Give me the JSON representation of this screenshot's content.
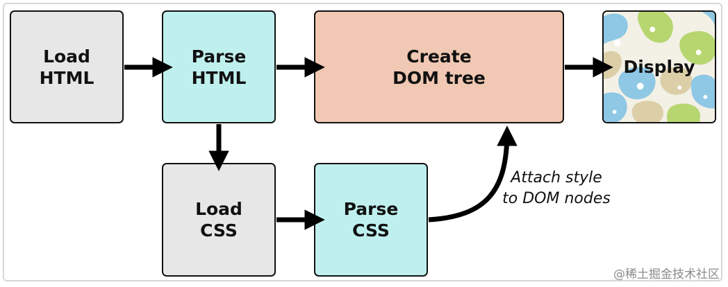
{
  "nodes": {
    "load_html": {
      "line1": "Load",
      "line2": "HTML"
    },
    "parse_html": {
      "line1": "Parse",
      "line2": "HTML"
    },
    "create_dom": {
      "line1": "Create",
      "line2": "DOM tree"
    },
    "display": {
      "label": "Display"
    },
    "load_css": {
      "line1": "Load",
      "line2": "CSS"
    },
    "parse_css": {
      "line1": "Parse",
      "line2": "CSS"
    }
  },
  "annotation": {
    "line1": "Attach style",
    "line2": "to DOM nodes"
  },
  "watermark": "@稀土掘金技术社区",
  "colors": {
    "gray_box": "#e7e7e7",
    "cyan_box": "#bff0ee",
    "peach_box": "#f0c8b3",
    "border": "#111111",
    "arrow": "#000000",
    "display_blue": "#8ec8e4",
    "display_green": "#b7d66f",
    "display_tan": "#dccfa8"
  }
}
